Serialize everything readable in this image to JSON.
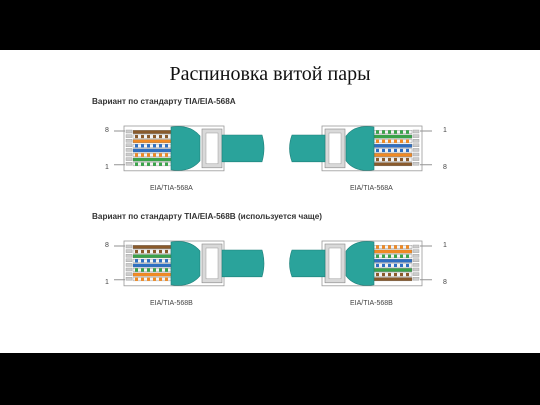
{
  "slide": {
    "title": "Распиновка витой пары"
  },
  "sections": [
    {
      "label": "Вариант по стандарту TIA/EIA-568A",
      "left": {
        "pin_top": "8",
        "pin_bottom": "1",
        "caption": "EIA/TIA-568A"
      },
      "right": {
        "pin_top": "1",
        "pin_bottom": "8",
        "caption": "EIA/TIA-568A"
      }
    },
    {
      "label": "Вариант по стандарту TIA/EIA-568B (используется чаще)",
      "left": {
        "pin_top": "8",
        "pin_bottom": "1",
        "caption": "EIA/TIA-568B"
      },
      "right": {
        "pin_top": "1",
        "pin_bottom": "8",
        "caption": "EIA/TIA-568B"
      }
    }
  ],
  "colors": {
    "cable": "#2aa39b",
    "cable_dark": "#1d7f79",
    "white": "#f4f4f4",
    "green": "#3aa34a",
    "orange": "#f08a24",
    "blue": "#2f6fc2",
    "brown": "#8a5a2b",
    "plug": "#d9d9d9"
  }
}
